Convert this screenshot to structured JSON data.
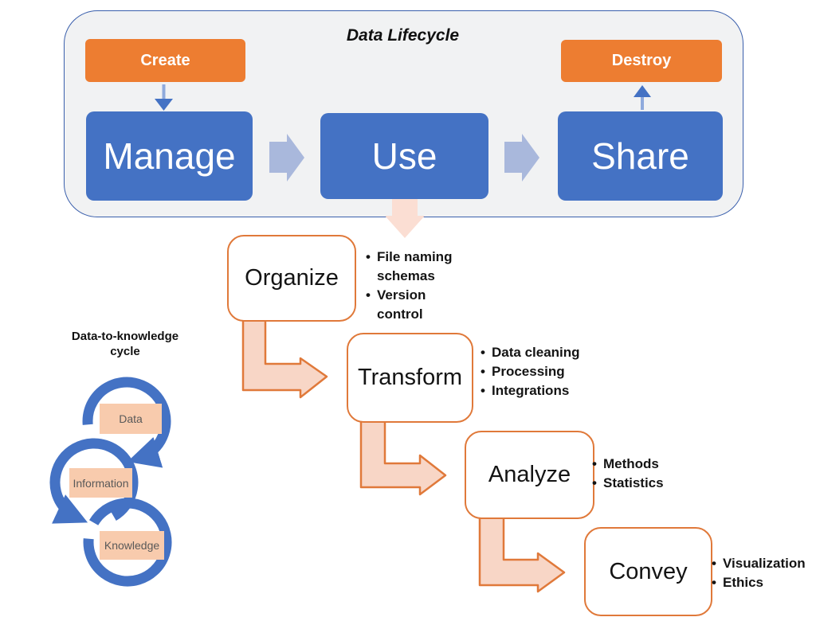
{
  "lifecycle": {
    "title": "Data Lifecycle",
    "create": "Create",
    "destroy": "Destroy",
    "manage": "Manage",
    "use": "Use",
    "share": "Share"
  },
  "cascade": {
    "organize": {
      "label": "Organize",
      "bullets": [
        "File naming schemas",
        "Version control"
      ]
    },
    "transform": {
      "label": "Transform",
      "bullets": [
        "Data cleaning",
        "Processing",
        "Integrations"
      ]
    },
    "analyze": {
      "label": "Analyze",
      "bullets": [
        "Methods",
        "Statistics"
      ]
    },
    "convey": {
      "label": "Convey",
      "bullets": [
        "Visualization",
        "Ethics"
      ]
    }
  },
  "cycle": {
    "title": "Data-to-knowledge cycle",
    "nodes": [
      "Data",
      "Information",
      "Knowledge"
    ]
  },
  "colors": {
    "blue": "#4472C4",
    "light_blue": "#8FAADC",
    "orange": "#ED7D31",
    "light_blue_arrow": "#A9B8DC",
    "peach_arrow_fill": "#F8D6C6",
    "peach_arrow_stroke": "#E0793A",
    "peach_soft_arrow": "#FBDED3",
    "peach_label": "#F8CBAD",
    "panel_fill": "#F1F2F3",
    "panel_border": "#3A5FAC",
    "node_text": "#595959"
  }
}
